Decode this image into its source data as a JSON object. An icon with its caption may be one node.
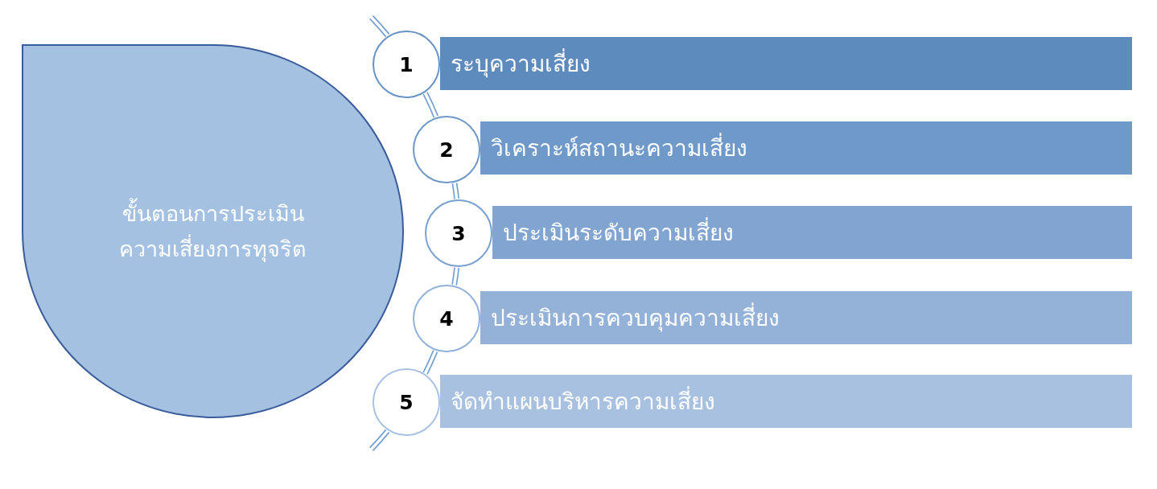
{
  "diagram": {
    "nodes": [
      {
        "text": [
          "ขั้นตอนการประเมินความเสี่ยงการทุจริต"
        ]
      },
      {
        "text": [
          "1"
        ]
      },
      {
        "text": [
          "ระบุความเสี่ยง"
        ]
      },
      {
        "text": [
          "2"
        ]
      },
      {
        "text": [
          "วิเคราะห์สถานะความเสี่ยง"
        ]
      },
      {
        "text": [
          "3"
        ]
      },
      {
        "text": [
          "ประเมินระดับความเสี่ยง"
        ]
      },
      {
        "text": [
          "4"
        ]
      },
      {
        "text": [
          "ประเมินการควบคุมความเสี่ยง"
        ]
      },
      {
        "text": [
          "5"
        ]
      },
      {
        "text": [
          "จัดทำแผนบริหารความเสี่ยง"
        ]
      }
    ],
    "edges": [
      {
        "from": null,
        "to": 1,
        "arrow": "none"
      },
      {
        "from": 1,
        "to": 3,
        "arrow": "none"
      },
      {
        "from": 3,
        "to": 5,
        "arrow": "none"
      },
      {
        "from": 5,
        "to": 7,
        "arrow": "none"
      },
      {
        "from": 7,
        "to": 9,
        "arrow": "none"
      },
      {
        "from": 9,
        "to": null,
        "arrow": "none"
      }
    ]
  }
}
